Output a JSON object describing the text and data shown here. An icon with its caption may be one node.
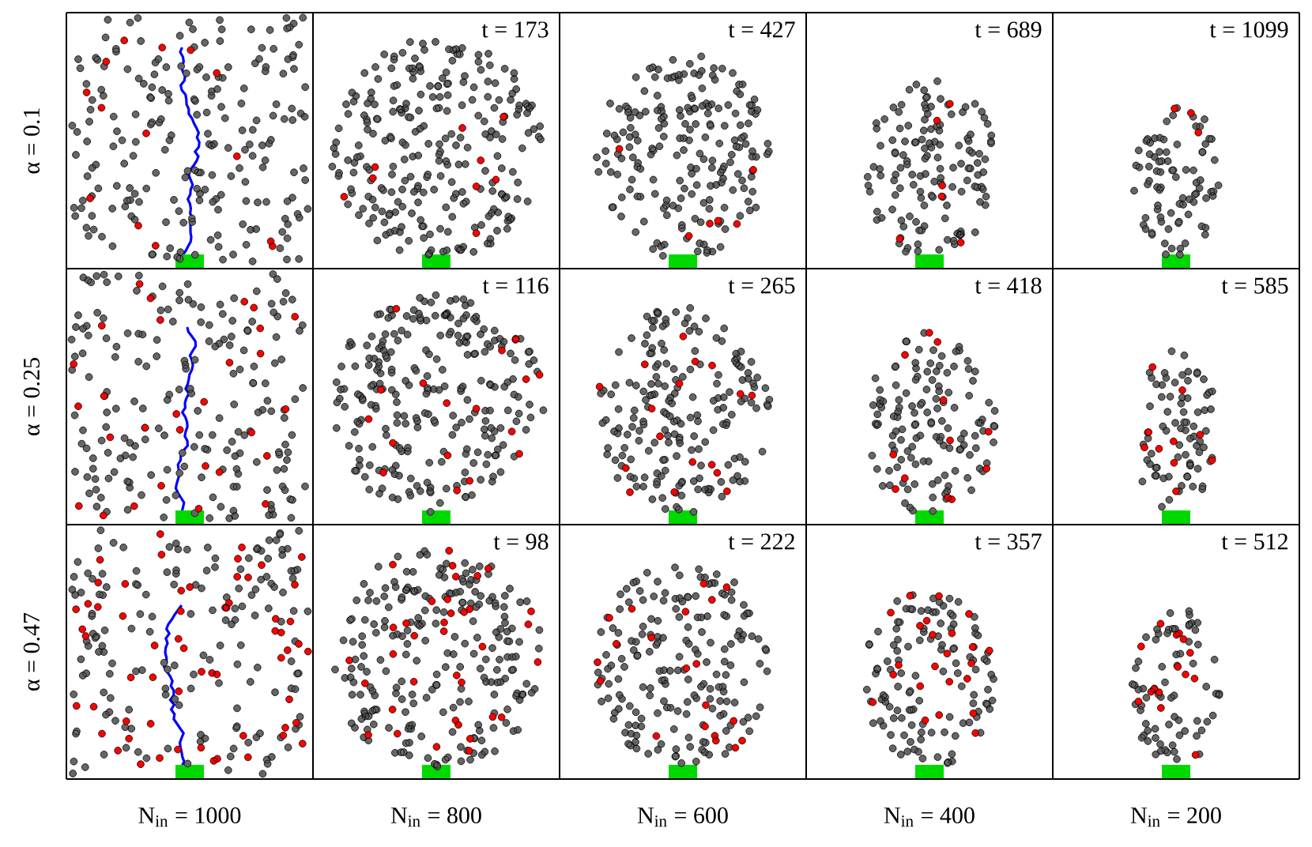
{
  "diagram": {
    "labels": [
      "α = 0.1",
      "t = 173",
      "t = 427",
      "t = 689",
      "t = 1099",
      "α = 0.25",
      "t = 116",
      "t = 265",
      "t = 418",
      "t = 585",
      "α = 0.47",
      "t = 98",
      "t = 222",
      "t = 357",
      "t = 512",
      "N$_{in}$ = 1000",
      "N$_{in}$ = 800",
      "N$_{in}$ = 600",
      "N$_{in}$ = 400",
      "N$_{in}$ = 200"
    ]
  }
}
